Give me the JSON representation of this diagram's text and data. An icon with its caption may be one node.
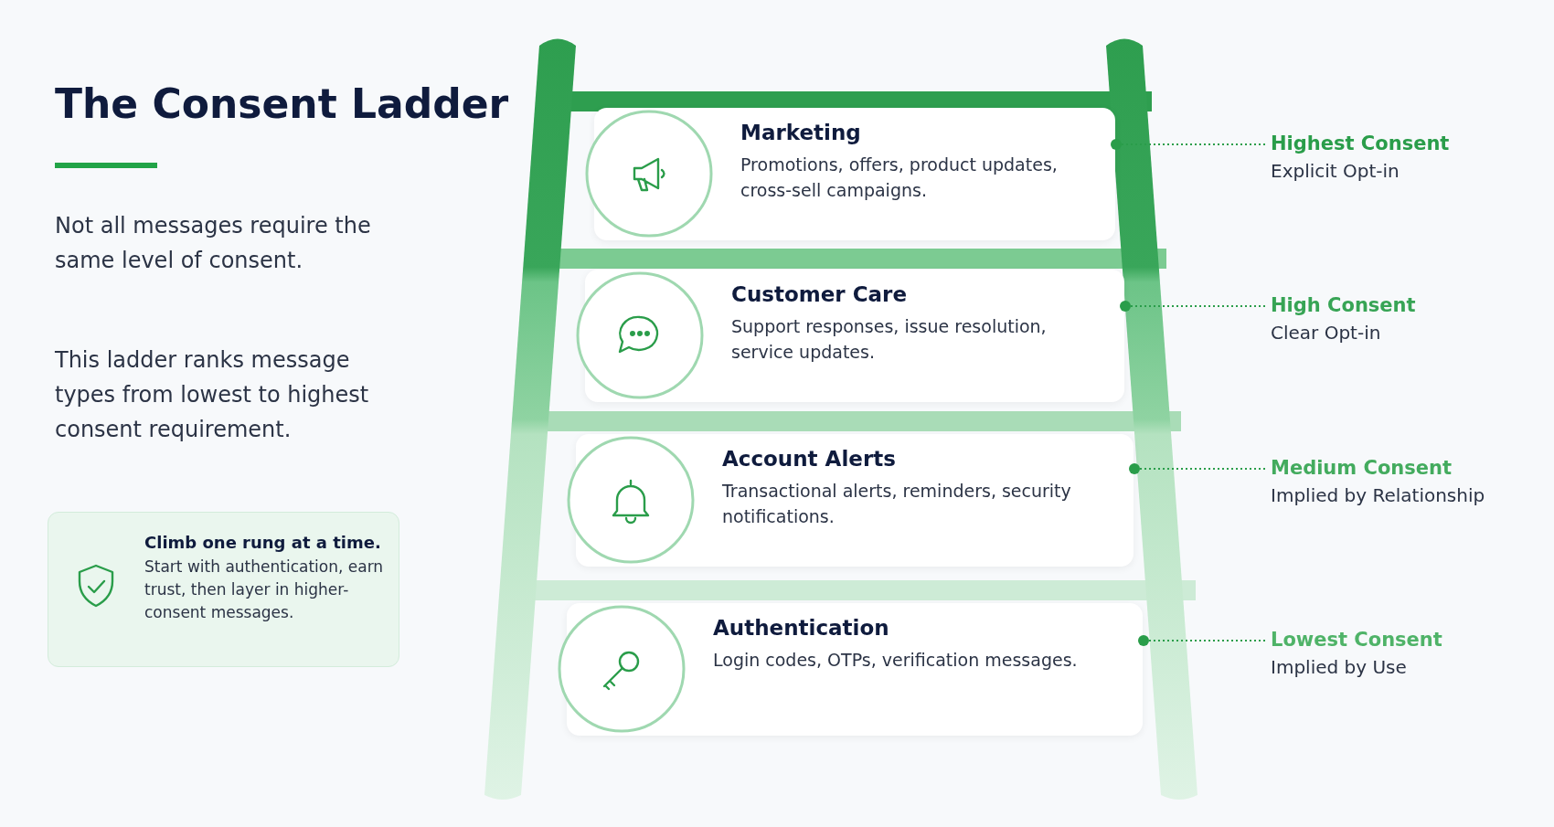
{
  "diagram": {
    "title": "The Consent Ladder",
    "nodes": [
      {
        "text": [
          "Marketing",
          "Promotions, offers, product updates, cross-sell campaigns."
        ]
      },
      {
        "text": [
          "Highest Consent",
          "Explicit Opt-in"
        ]
      },
      {
        "text": [
          "Customer Care",
          "Support responses, issue resolution, service updates."
        ]
      },
      {
        "text": [
          "High Consent",
          "Clear Opt-in"
        ]
      },
      {
        "text": [
          "Account Alerts",
          "Transactional alerts, reminders, security notifications."
        ]
      },
      {
        "text": [
          "Medium Consent",
          "Implied by Relationship"
        ]
      },
      {
        "text": [
          "Authentication",
          "Login codes, OTPs, verification messages."
        ]
      },
      {
        "text": [
          "Lowest Consent",
          "Implied by Use"
        ]
      },
      {
        "text": [
          "Climb one rung at a time.",
          "Start with authentication, earn trust, then layer in higher-consent messages."
        ]
      }
    ],
    "edges": [
      {
        "from": 1,
        "to": 0,
        "arrow": "other"
      },
      {
        "from": 3,
        "to": 2,
        "arrow": "other"
      },
      {
        "from": 5,
        "to": 4,
        "arrow": "other"
      },
      {
        "from": 7,
        "to": 6,
        "arrow": "other"
      }
    ],
    "labels": [
      "Not all messages require the same level of consent.",
      "This ladder ranks message types from lowest to highest consent requirement."
    ]
  }
}
